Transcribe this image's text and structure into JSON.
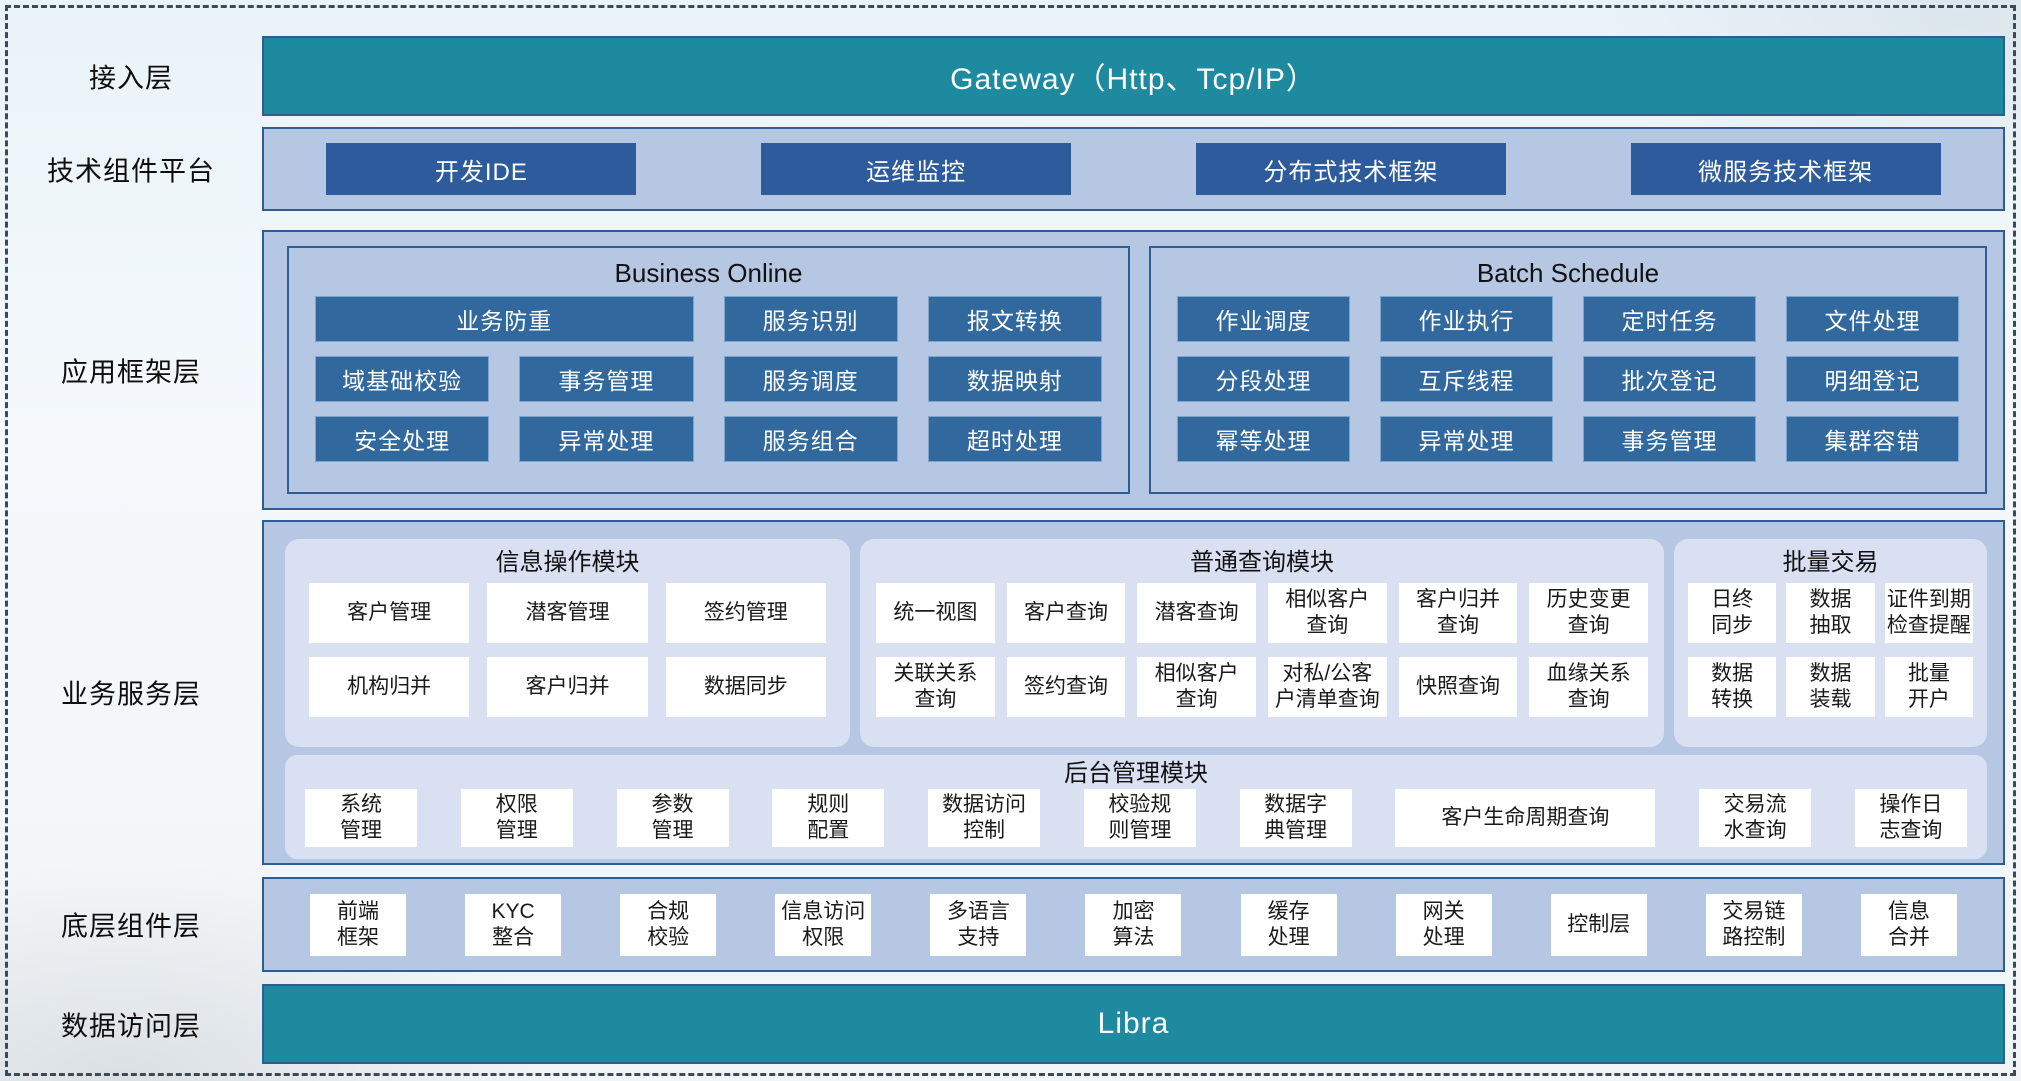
{
  "colors": {
    "teal": "#1E8AA0",
    "navy_border": "#2E5D94",
    "container_blue": "#B5C7E3",
    "box_blue": "#31689E",
    "button_navy": "#2D5B9B",
    "panel_light": "#D9E0F2",
    "white_box": "#FFFFFF"
  },
  "layers": {
    "access": {
      "label": "接入层",
      "gateway": "Gateway（Http、Tcp/IP）"
    },
    "tech_platform": {
      "label": "技术组件平台",
      "buttons": [
        "开发IDE",
        "运维监控",
        "分布式技术框架",
        "微服务技术框架"
      ]
    },
    "app_framework": {
      "label": "应用框架层",
      "business_online": {
        "title": "Business Online",
        "rows": [
          [
            "业务防重",
            "服务识别",
            "报文转换"
          ],
          [
            "域基础校验",
            "事务管理",
            "服务调度",
            "数据映射"
          ],
          [
            "安全处理",
            "异常处理",
            "服务组合",
            "超时处理"
          ]
        ]
      },
      "batch_schedule": {
        "title": "Batch Schedule",
        "rows": [
          [
            "作业调度",
            "作业执行",
            "定时任务",
            "文件处理"
          ],
          [
            "分段处理",
            "互斥线程",
            "批次登记",
            "明细登记"
          ],
          [
            "幂等处理",
            "异常处理",
            "事务管理",
            "集群容错"
          ]
        ]
      }
    },
    "business_service": {
      "label": "业务服务层",
      "info_ops": {
        "title": "信息操作模块",
        "rows": [
          [
            "客户管理",
            "潜客管理",
            "签约管理"
          ],
          [
            "机构归并",
            "客户归并",
            "数据同步"
          ]
        ]
      },
      "common_query": {
        "title": "普通查询模块",
        "rows": [
          [
            "统一视图",
            "客户查询",
            "潜客查询",
            "相似客户\n查询",
            "客户归并\n查询",
            "历史变更\n查询"
          ],
          [
            "关联关系\n查询",
            "签约查询",
            "相似客户\n查询",
            "对私/公客\n户清单查询",
            "快照查询",
            "血缘关系\n查询"
          ]
        ]
      },
      "batch_trade": {
        "title": "批量交易",
        "rows": [
          [
            "日终\n同步",
            "数据\n抽取",
            "证件到期\n检查提醒"
          ],
          [
            "数据\n转换",
            "数据\n装载",
            "批量\n开户"
          ]
        ]
      },
      "back_office": {
        "title": "后台管理模块",
        "items": [
          "系统\n管理",
          "权限\n管理",
          "参数\n管理",
          "规则\n配置",
          "数据访问\n控制",
          "校验规\n则管理",
          "数据字\n典管理",
          "客户生命周期查询",
          "交易流\n水查询",
          "操作日\n志查询"
        ]
      }
    },
    "bottom_components": {
      "label": "底层组件层",
      "items": [
        "前端\n框架",
        "KYC\n整合",
        "合规\n校验",
        "信息访问\n权限",
        "多语言\n支持",
        "加密\n算法",
        "缓存\n处理",
        "网关\n处理",
        "控制层",
        "交易链\n路控制",
        "信息\n合并"
      ]
    },
    "data_access": {
      "label": "数据访问层",
      "box": "Libra"
    }
  }
}
